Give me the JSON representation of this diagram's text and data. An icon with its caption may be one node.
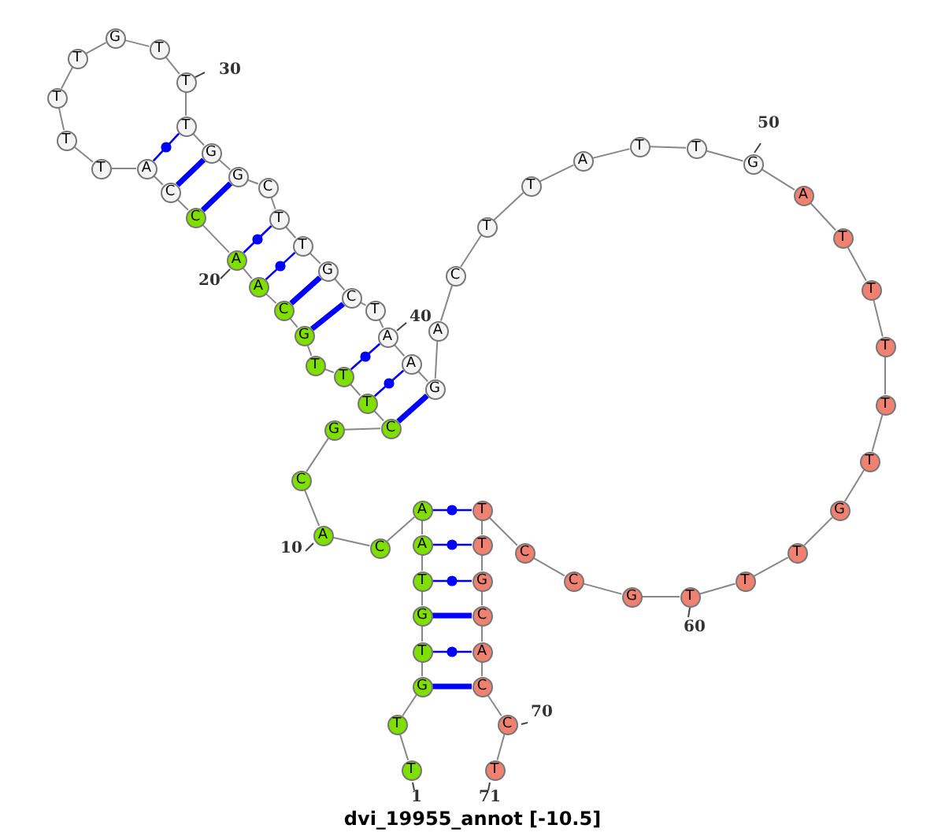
{
  "diagram": {
    "caption": "dvi_19955_annot [-10.5]",
    "nodes": [
      {
        "text": [
          "T"
        ]
      },
      {
        "text": [
          "T"
        ]
      },
      {
        "text": [
          "G"
        ]
      },
      {
        "text": [
          "T"
        ]
      },
      {
        "text": [
          "G"
        ]
      },
      {
        "text": [
          "T"
        ]
      },
      {
        "text": [
          "A"
        ]
      },
      {
        "text": [
          "A"
        ]
      },
      {
        "text": [
          "C"
        ]
      },
      {
        "text": [
          "A"
        ]
      },
      {
        "text": [
          "C"
        ]
      },
      {
        "text": [
          "G"
        ]
      },
      {
        "text": [
          "C"
        ]
      },
      {
        "text": [
          "T"
        ]
      },
      {
        "text": [
          "T"
        ]
      },
      {
        "text": [
          "T"
        ]
      },
      {
        "text": [
          "G"
        ]
      },
      {
        "text": [
          "C"
        ]
      },
      {
        "text": [
          "A"
        ]
      },
      {
        "text": [
          "A"
        ]
      },
      {
        "text": [
          "C"
        ]
      },
      {
        "text": [
          "C"
        ]
      },
      {
        "text": [
          "A"
        ]
      },
      {
        "text": [
          "T"
        ]
      },
      {
        "text": [
          "T"
        ]
      },
      {
        "text": [
          "T"
        ]
      },
      {
        "text": [
          "T"
        ]
      },
      {
        "text": [
          "G"
        ]
      },
      {
        "text": [
          "T"
        ]
      },
      {
        "text": [
          "T"
        ]
      },
      {
        "text": [
          "T"
        ]
      },
      {
        "text": [
          "G"
        ]
      },
      {
        "text": [
          "G"
        ]
      },
      {
        "text": [
          "C"
        ]
      },
      {
        "text": [
          "T"
        ]
      },
      {
        "text": [
          "T"
        ]
      },
      {
        "text": [
          "G"
        ]
      },
      {
        "text": [
          "C"
        ]
      },
      {
        "text": [
          "T"
        ]
      },
      {
        "text": [
          "A"
        ]
      },
      {
        "text": [
          "A"
        ]
      },
      {
        "text": [
          "G"
        ]
      },
      {
        "text": [
          "A"
        ]
      },
      {
        "text": [
          "C"
        ]
      },
      {
        "text": [
          "T"
        ]
      },
      {
        "text": [
          "T"
        ]
      },
      {
        "text": [
          "A"
        ]
      },
      {
        "text": [
          "T"
        ]
      },
      {
        "text": [
          "T"
        ]
      },
      {
        "text": [
          "G"
        ]
      },
      {
        "text": [
          "A"
        ]
      },
      {
        "text": [
          "T"
        ]
      },
      {
        "text": [
          "T"
        ]
      },
      {
        "text": [
          "T"
        ]
      },
      {
        "text": [
          "T"
        ]
      },
      {
        "text": [
          "T"
        ]
      },
      {
        "text": [
          "G"
        ]
      },
      {
        "text": [
          "T"
        ]
      },
      {
        "text": [
          "T"
        ]
      },
      {
        "text": [
          "T"
        ]
      },
      {
        "text": [
          "G"
        ]
      },
      {
        "text": [
          "C"
        ]
      },
      {
        "text": [
          "C"
        ]
      },
      {
        "text": [
          "T"
        ]
      },
      {
        "text": [
          "T"
        ]
      },
      {
        "text": [
          "G"
        ]
      },
      {
        "text": [
          "C"
        ]
      },
      {
        "text": [
          "A"
        ]
      },
      {
        "text": [
          "C"
        ]
      },
      {
        "text": [
          "C"
        ]
      },
      {
        "text": [
          "T"
        ]
      }
    ],
    "edges": [
      {
        "from": 0,
        "to": 1,
        "arrow": "none"
      },
      {
        "from": 1,
        "to": 2,
        "arrow": "none"
      },
      {
        "from": 2,
        "to": 3,
        "arrow": "none"
      },
      {
        "from": 3,
        "to": 4,
        "arrow": "none"
      },
      {
        "from": 4,
        "to": 5,
        "arrow": "none"
      },
      {
        "from": 5,
        "to": 6,
        "arrow": "none"
      },
      {
        "from": 6,
        "to": 7,
        "arrow": "none"
      },
      {
        "from": 7,
        "to": 8,
        "arrow": "none"
      },
      {
        "from": 8,
        "to": 9,
        "arrow": "none"
      },
      {
        "from": 9,
        "to": 10,
        "arrow": "none"
      },
      {
        "from": 10,
        "to": 11,
        "arrow": "none"
      },
      {
        "from": 11,
        "to": 12,
        "arrow": "none"
      },
      {
        "from": 12,
        "to": 13,
        "arrow": "none"
      },
      {
        "from": 13,
        "to": 14,
        "arrow": "none"
      },
      {
        "from": 14,
        "to": 15,
        "arrow": "none"
      },
      {
        "from": 15,
        "to": 16,
        "arrow": "none"
      },
      {
        "from": 16,
        "to": 17,
        "arrow": "none"
      },
      {
        "from": 17,
        "to": 18,
        "arrow": "none"
      },
      {
        "from": 18,
        "to": 19,
        "arrow": "none"
      },
      {
        "from": 19,
        "to": 20,
        "arrow": "none"
      },
      {
        "from": 20,
        "to": 21,
        "arrow": "none"
      },
      {
        "from": 21,
        "to": 22,
        "arrow": "none"
      },
      {
        "from": 22,
        "to": 23,
        "arrow": "none"
      },
      {
        "from": 23,
        "to": 24,
        "arrow": "none"
      },
      {
        "from": 24,
        "to": 25,
        "arrow": "none"
      },
      {
        "from": 25,
        "to": 26,
        "arrow": "none"
      },
      {
        "from": 26,
        "to": 27,
        "arrow": "none"
      },
      {
        "from": 27,
        "to": 28,
        "arrow": "none"
      },
      {
        "from": 28,
        "to": 29,
        "arrow": "none"
      },
      {
        "from": 29,
        "to": 30,
        "arrow": "none"
      },
      {
        "from": 30,
        "to": 31,
        "arrow": "none"
      },
      {
        "from": 31,
        "to": 32,
        "arrow": "none"
      },
      {
        "from": 32,
        "to": 33,
        "arrow": "none"
      },
      {
        "from": 33,
        "to": 34,
        "arrow": "none"
      },
      {
        "from": 34,
        "to": 35,
        "arrow": "none"
      },
      {
        "from": 35,
        "to": 36,
        "arrow": "none"
      },
      {
        "from": 36,
        "to": 37,
        "arrow": "none"
      },
      {
        "from": 37,
        "to": 38,
        "arrow": "none"
      },
      {
        "from": 38,
        "to": 39,
        "arrow": "none"
      },
      {
        "from": 39,
        "to": 40,
        "arrow": "none"
      },
      {
        "from": 40,
        "to": 41,
        "arrow": "none"
      },
      {
        "from": 41,
        "to": 42,
        "arrow": "none"
      },
      {
        "from": 42,
        "to": 43,
        "arrow": "none"
      },
      {
        "from": 43,
        "to": 44,
        "arrow": "none"
      },
      {
        "from": 44,
        "to": 45,
        "arrow": "none"
      },
      {
        "from": 45,
        "to": 46,
        "arrow": "none"
      },
      {
        "from": 46,
        "to": 47,
        "arrow": "none"
      },
      {
        "from": 47,
        "to": 48,
        "arrow": "none"
      },
      {
        "from": 48,
        "to": 49,
        "arrow": "none"
      },
      {
        "from": 49,
        "to": 50,
        "arrow": "none"
      },
      {
        "from": 50,
        "to": 51,
        "arrow": "none"
      },
      {
        "from": 51,
        "to": 52,
        "arrow": "none"
      },
      {
        "from": 52,
        "to": 53,
        "arrow": "none"
      },
      {
        "from": 53,
        "to": 54,
        "arrow": "none"
      },
      {
        "from": 54,
        "to": 55,
        "arrow": "none"
      },
      {
        "from": 55,
        "to": 56,
        "arrow": "none"
      },
      {
        "from": 56,
        "to": 57,
        "arrow": "none"
      },
      {
        "from": 57,
        "to": 58,
        "arrow": "none"
      },
      {
        "from": 58,
        "to": 59,
        "arrow": "none"
      },
      {
        "from": 59,
        "to": 60,
        "arrow": "none"
      },
      {
        "from": 60,
        "to": 61,
        "arrow": "none"
      },
      {
        "from": 61,
        "to": 62,
        "arrow": "none"
      },
      {
        "from": 62,
        "to": 63,
        "arrow": "none"
      },
      {
        "from": 63,
        "to": 64,
        "arrow": "none"
      },
      {
        "from": 64,
        "to": 65,
        "arrow": "none"
      },
      {
        "from": 65,
        "to": 66,
        "arrow": "none"
      },
      {
        "from": 66,
        "to": 67,
        "arrow": "none"
      },
      {
        "from": 67,
        "to": 68,
        "arrow": "none"
      },
      {
        "from": 68,
        "to": 69,
        "arrow": "none"
      },
      {
        "from": 69,
        "to": 70,
        "arrow": "none"
      },
      {
        "from": 2,
        "to": 68,
        "arrow": "none",
        "style": "thick",
        "color": "#0000ff"
      },
      {
        "from": 3,
        "to": 67,
        "arrow": "none",
        "color": "#0000ff"
      },
      {
        "from": 4,
        "to": 66,
        "arrow": "none",
        "style": "thick",
        "color": "#0000ff"
      },
      {
        "from": 5,
        "to": 65,
        "arrow": "none",
        "color": "#0000ff"
      },
      {
        "from": 6,
        "to": 64,
        "arrow": "none",
        "color": "#0000ff"
      },
      {
        "from": 7,
        "to": 63,
        "arrow": "none",
        "color": "#0000ff"
      },
      {
        "from": 12,
        "to": 41,
        "arrow": "none",
        "style": "thick",
        "color": "#0000ff"
      },
      {
        "from": 13,
        "to": 40,
        "arrow": "none",
        "color": "#0000ff"
      },
      {
        "from": 14,
        "to": 39,
        "arrow": "none",
        "color": "#0000ff"
      },
      {
        "from": 16,
        "to": 37,
        "arrow": "none",
        "style": "thick",
        "color": "#0000ff"
      },
      {
        "from": 17,
        "to": 36,
        "arrow": "none",
        "style": "thick",
        "color": "#0000ff"
      },
      {
        "from": 18,
        "to": 35,
        "arrow": "none",
        "color": "#0000ff"
      },
      {
        "from": 19,
        "to": 34,
        "arrow": "none",
        "color": "#0000ff"
      },
      {
        "from": 20,
        "to": 32,
        "arrow": "none",
        "style": "thick",
        "color": "#0000ff"
      },
      {
        "from": 21,
        "to": 31,
        "arrow": "none",
        "style": "thick",
        "color": "#0000ff"
      },
      {
        "from": 22,
        "to": 30,
        "arrow": "none",
        "color": "#0000ff"
      }
    ],
    "labels": [
      "30",
      "20",
      "40",
      "50",
      "10",
      "60",
      "70",
      "1",
      "71"
    ]
  }
}
